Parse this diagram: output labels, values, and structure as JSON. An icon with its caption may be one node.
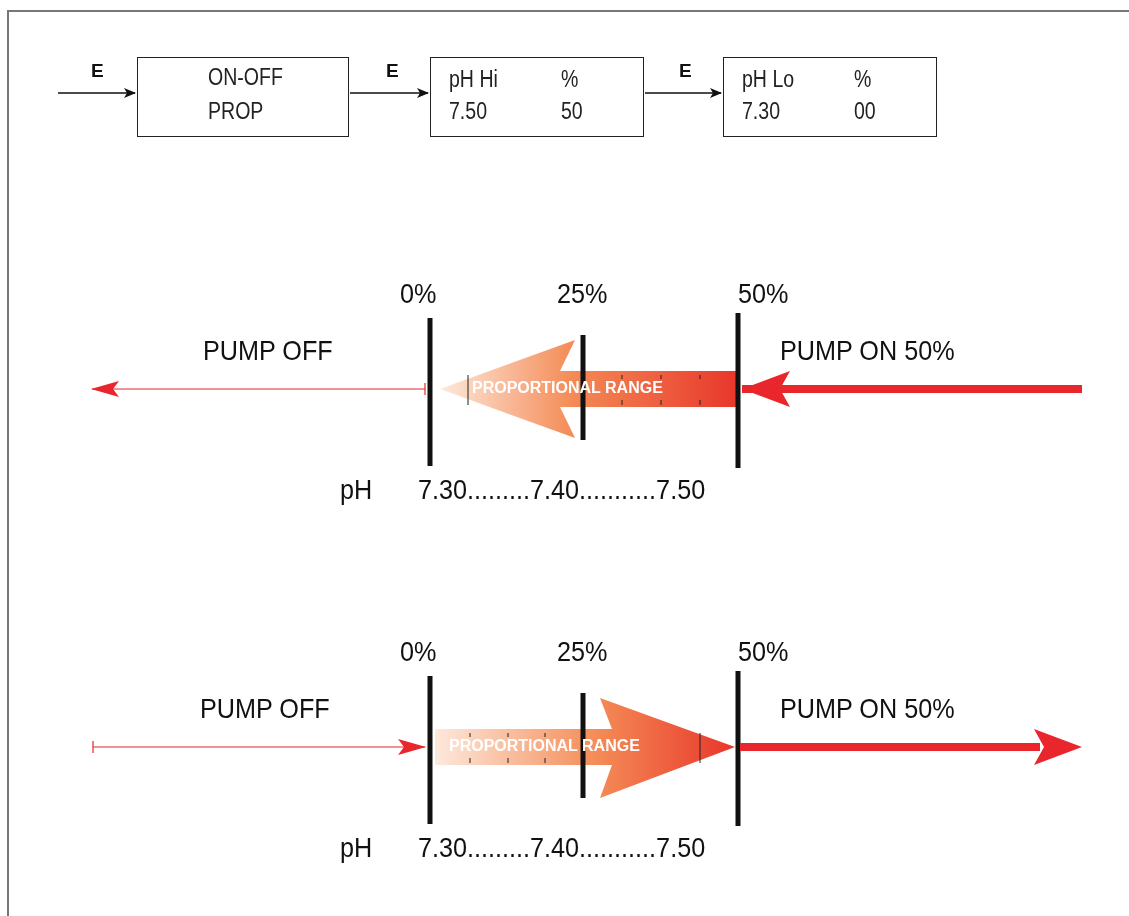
{
  "diagram": {
    "nodes": [
      {
        "text": [
          "ON-OFF",
          "PROP"
        ]
      },
      {
        "text": [
          "pH Hi",
          "%",
          "7.50",
          "50"
        ]
      },
      {
        "text": [
          "pH Lo",
          "%",
          "7.30",
          "00"
        ]
      }
    ],
    "edges": [
      {
        "from": null,
        "to": 0,
        "arrow": "to",
        "label": "E"
      },
      {
        "from": 0,
        "to": 1,
        "arrow": "to",
        "label": "E"
      },
      {
        "from": 1,
        "to": 2,
        "arrow": "to",
        "label": "E"
      }
    ],
    "labels": [
      "0%",
      "25%",
      "50%",
      "PUMP OFF",
      "PUMP ON 50%",
      "PROPORTIONAL RANGE",
      "pH",
      "7.30.........7.40...........7.50",
      "0%",
      "25%",
      "50%",
      "PUMP OFF",
      "PUMP ON 50%",
      "PROPORTIONAL RANGE",
      "pH",
      "7.30.........7.40...........7.50"
    ]
  }
}
